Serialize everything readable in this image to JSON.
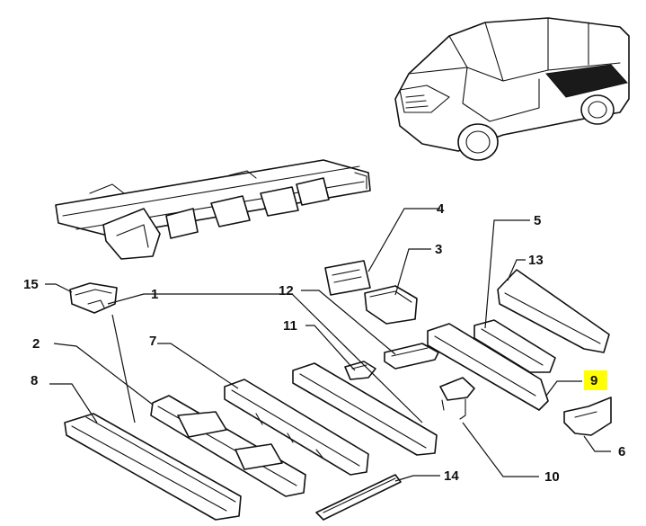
{
  "callouts": [
    {
      "id": "1",
      "text": "1"
    },
    {
      "id": "2",
      "text": "2"
    },
    {
      "id": "3",
      "text": "3"
    },
    {
      "id": "4",
      "text": "4"
    },
    {
      "id": "5",
      "text": "5"
    },
    {
      "id": "6",
      "text": "6"
    },
    {
      "id": "7",
      "text": "7"
    },
    {
      "id": "8",
      "text": "8"
    },
    {
      "id": "9",
      "text": "9",
      "highlighted": true
    },
    {
      "id": "10",
      "text": "10"
    },
    {
      "id": "11",
      "text": "11"
    },
    {
      "id": "12",
      "text": "12"
    },
    {
      "id": "13",
      "text": "13"
    },
    {
      "id": "14",
      "text": "14"
    },
    {
      "id": "15",
      "text": "15"
    }
  ],
  "colors": {
    "line": "#111111",
    "background": "#ffffff",
    "highlight": "#ffff00"
  }
}
